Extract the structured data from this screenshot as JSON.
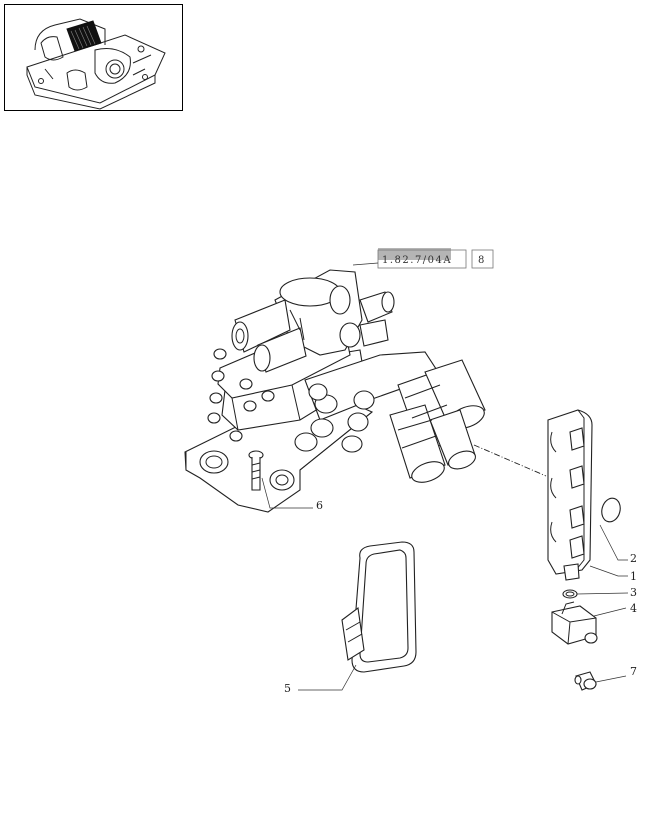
{
  "reference": {
    "code": "1.82.7/04A",
    "page": "8",
    "highlight": "#b5b5b5"
  },
  "callouts": [
    {
      "id": "1",
      "text": "1"
    },
    {
      "id": "2",
      "text": "2"
    },
    {
      "id": "3",
      "text": "3"
    },
    {
      "id": "4",
      "text": "4"
    },
    {
      "id": "5",
      "text": "5"
    },
    {
      "id": "6",
      "text": "6"
    },
    {
      "id": "7",
      "text": "7"
    }
  ],
  "colors": {
    "line": "#222222",
    "background": "#ffffff",
    "thumb_fill": "#111111"
  },
  "icons": {
    "thumbnail": "valve-assembly-thumbnail-icon"
  }
}
